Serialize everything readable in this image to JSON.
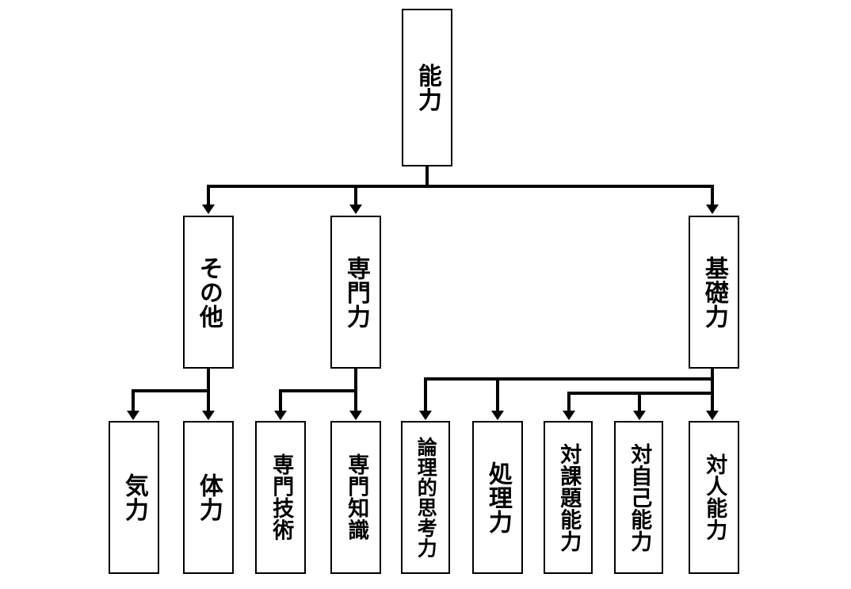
{
  "diagram": {
    "title": "能力",
    "orientation": "vertical-text-hierarchy",
    "background_color": "#ffffff",
    "stroke_color": "#000000",
    "text_color": "#000000"
  },
  "nodes": {
    "root": {
      "label": "能力"
    },
    "level2": [
      {
        "id": "sonota",
        "label": "その他"
      },
      {
        "id": "senmon",
        "label": "専門力"
      },
      {
        "id": "kiso",
        "label": "基礎力"
      }
    ],
    "level3": [
      {
        "id": "kiryoku",
        "label": "気力",
        "parent": "その他"
      },
      {
        "id": "tairyoku",
        "label": "体力",
        "parent": "その他"
      },
      {
        "id": "senmon-gijutsu",
        "label": "専門技術",
        "parent": "専門力"
      },
      {
        "id": "senmon-chishiki",
        "label": "専門知識",
        "parent": "専門力"
      },
      {
        "id": "ronriteki",
        "label": "論理的思考力",
        "parent": "基礎力"
      },
      {
        "id": "shori",
        "label": "処理力",
        "parent": "基礎力"
      },
      {
        "id": "taikadai",
        "label": "対課題能力",
        "parent": "基礎力"
      },
      {
        "id": "taijiko",
        "label": "対自己能力",
        "parent": "基礎力"
      },
      {
        "id": "taijin",
        "label": "対人能力",
        "parent": "基礎力"
      }
    ]
  }
}
